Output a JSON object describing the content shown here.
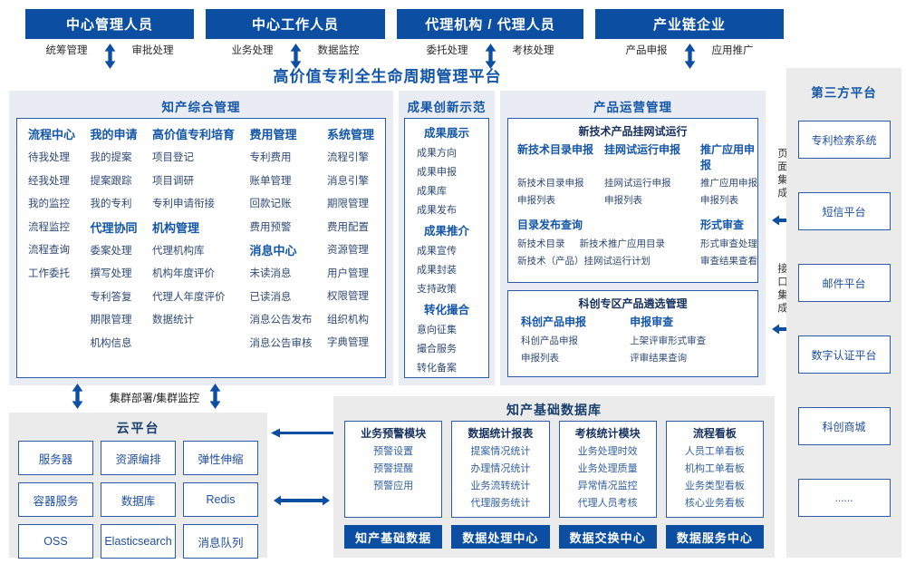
{
  "platform": {
    "title": "高价值专利全生命周期管理平台"
  },
  "actors": [
    {
      "title": "中心管理人员",
      "left_label": "统筹管理",
      "right_label": "审批处理"
    },
    {
      "title": "中心工作人员",
      "left_label": "业务处理",
      "right_label": "数据监控"
    },
    {
      "title": "代理机构 / 代理人员",
      "left_label": "委托处理",
      "right_label": "考核处理"
    },
    {
      "title": "产业链企业",
      "left_label": "产品申报",
      "right_label": "应用推广"
    }
  ],
  "ip_panel": {
    "title": "知产综合管理",
    "columns": [
      [
        {
          "header": "流程中心",
          "items": [
            "待我处理",
            "经我处理",
            "我的监控",
            "流程监控",
            "流程查询",
            "工作委托"
          ]
        }
      ],
      [
        {
          "header": "我的申请",
          "items": [
            "我的提案",
            "提案跟踪",
            "我的专利"
          ]
        },
        {
          "header": "代理协同",
          "items": [
            "委案处理",
            "撰写处理",
            "专利答复",
            "期限管理",
            "机构信息"
          ]
        }
      ],
      [
        {
          "header": "高价值专利培育",
          "items": [
            "项目登记",
            "项目调研",
            "专利申请衔接"
          ]
        },
        {
          "header": "机构管理",
          "items": [
            "代理机构库",
            "机构年度评价",
            "代理人年度评价",
            "数据统计"
          ]
        }
      ],
      [
        {
          "header": "费用管理",
          "items": [
            "专利费用",
            "账单管理",
            "回款记账",
            "费用预警"
          ]
        },
        {
          "header": "消息中心",
          "items": [
            "未读消息",
            "已读消息",
            "消息公告发布",
            "消息公告审核"
          ]
        }
      ],
      [
        {
          "header": "系统管理",
          "items": [
            "流程引擎",
            "消息引擎",
            "期限管理",
            "费用配置",
            "资源管理",
            "用户管理",
            "权限管理",
            "组织机构",
            "字典管理"
          ]
        }
      ]
    ]
  },
  "achievement_panel": {
    "title": "成果创新示范",
    "groups": [
      {
        "header": "成果展示",
        "items": [
          "成果方向",
          "成果申报",
          "成果库",
          "成果发布"
        ]
      },
      {
        "header": "成果推介",
        "items": [
          "成果宣传",
          "成果封装",
          "支持政策"
        ]
      },
      {
        "header": "转化撮合",
        "items": [
          "意向征集",
          "撮合服务",
          "转化备案"
        ]
      }
    ]
  },
  "product_panel": {
    "title": "产品运营管理",
    "subboxes": [
      {
        "title": "新技术产品挂网试运行",
        "groups": [
          {
            "header": "新技术目录申报",
            "items": [
              "新技术目录申报",
              "申报列表"
            ]
          },
          {
            "header": "挂网试运行申报",
            "items": [
              "挂网试运行申报",
              "申报列表"
            ]
          },
          {
            "header": "推广应用申报",
            "items": [
              "推广应用申报",
              "申报列表"
            ]
          },
          {
            "header": "目录发布查询",
            "items": [
              "新技术目录",
              "新技术推广应用目录",
              "新技术（产品）挂网试运行计划"
            ]
          },
          {
            "header": "形式审查",
            "items": [
              "形式审查处理",
              "审查结果查看"
            ]
          }
        ]
      },
      {
        "title": "科创专区产品遴选管理",
        "groups": [
          {
            "header": "科创产品申报",
            "items": [
              "科创产品申报",
              "申报列表"
            ]
          },
          {
            "header": "申报审查",
            "items": [
              "上架评审形式审查",
              "评审结果查询"
            ]
          }
        ]
      }
    ]
  },
  "integration": {
    "page_label": "页面集成",
    "api_label": "接口集成"
  },
  "third_party": {
    "title": "第三方平台",
    "systems": [
      "专利检索系统",
      "短信平台",
      "邮件平台",
      "数字认证平台",
      "科创商城",
      "......"
    ]
  },
  "cluster": {
    "label": "集群部署/集群监控"
  },
  "cloud": {
    "title": "云平台",
    "services": [
      "服务器",
      "资源编排",
      "弹性伸缩",
      "容器服务",
      "数据库",
      "Redis",
      "OSS",
      "Elasticsearch",
      "消息队列"
    ]
  },
  "data_platform": {
    "title": "知产基础数据库",
    "modules": [
      {
        "header": "业务预警模块",
        "items": [
          "预警设置",
          "预警提醒",
          "预警应用"
        ],
        "footer": "知产基础数据"
      },
      {
        "header": "数据统计报表",
        "items": [
          "提案情况统计",
          "办理情况统计",
          "业务流转统计",
          "代理服务统计"
        ],
        "footer": "数据处理中心"
      },
      {
        "header": "考核统计模块",
        "items": [
          "业务处理时效",
          "业务处理质量",
          "异常情况监控",
          "代理人员考核"
        ],
        "footer": "数据交换中心"
      },
      {
        "header": "流程看板",
        "items": [
          "人员工单看板",
          "机构工单看板",
          "业务类型看板",
          "核心业务看板"
        ],
        "footer": "数据服务中心"
      }
    ]
  },
  "colors": {
    "accent": "#0b4ea2",
    "border": "#2a5caa",
    "header_text": "#1456a8",
    "item_text": "#2f4a75",
    "panel_bg": "#eaecf4",
    "side_bg": "#ebebeb"
  }
}
